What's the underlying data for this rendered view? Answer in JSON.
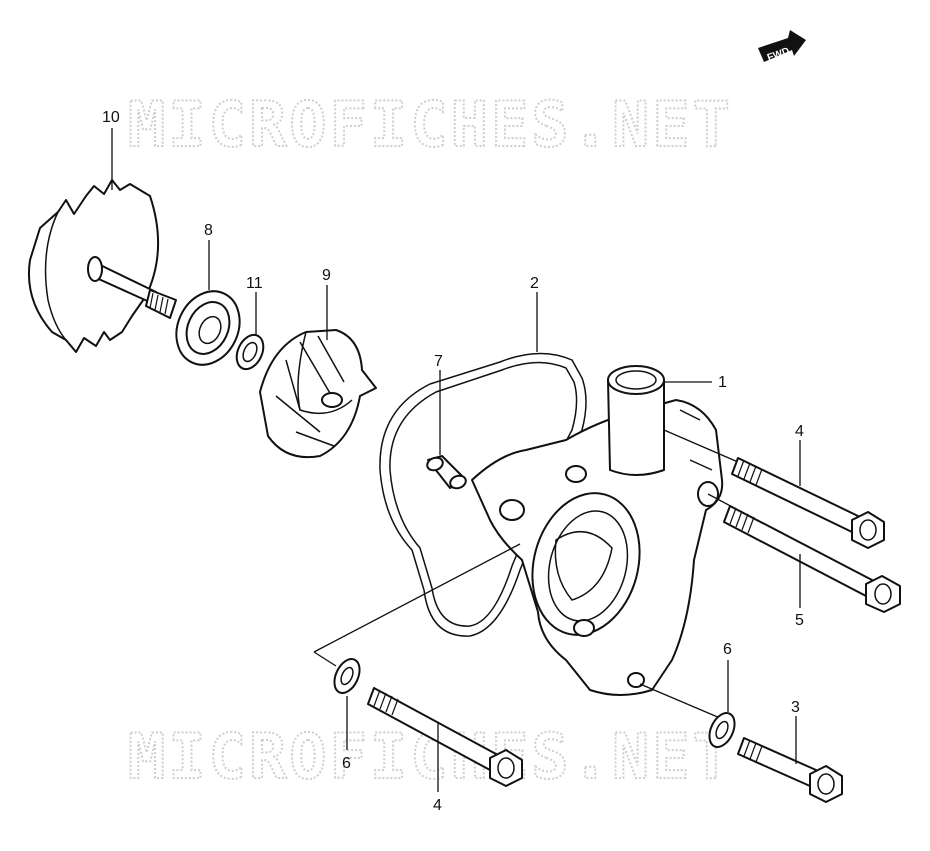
{
  "watermark": {
    "top_text": "MICROFICHES.NET",
    "bottom_text": "MICROFICHES.NET"
  },
  "direction_badge": {
    "label": "FWD"
  },
  "callouts": {
    "water_pump_body": "1",
    "pump_gasket": "2",
    "bolt_short": "3",
    "bolt_upper": "4",
    "bolt_lower_left": "4",
    "bolt_long": "5",
    "washer_right": "6",
    "washer_left": "6",
    "dowel_pin": "7",
    "mechanical_seal": "8",
    "impeller": "9",
    "pump_shaft_gear": "10",
    "seal_washer": "11"
  }
}
